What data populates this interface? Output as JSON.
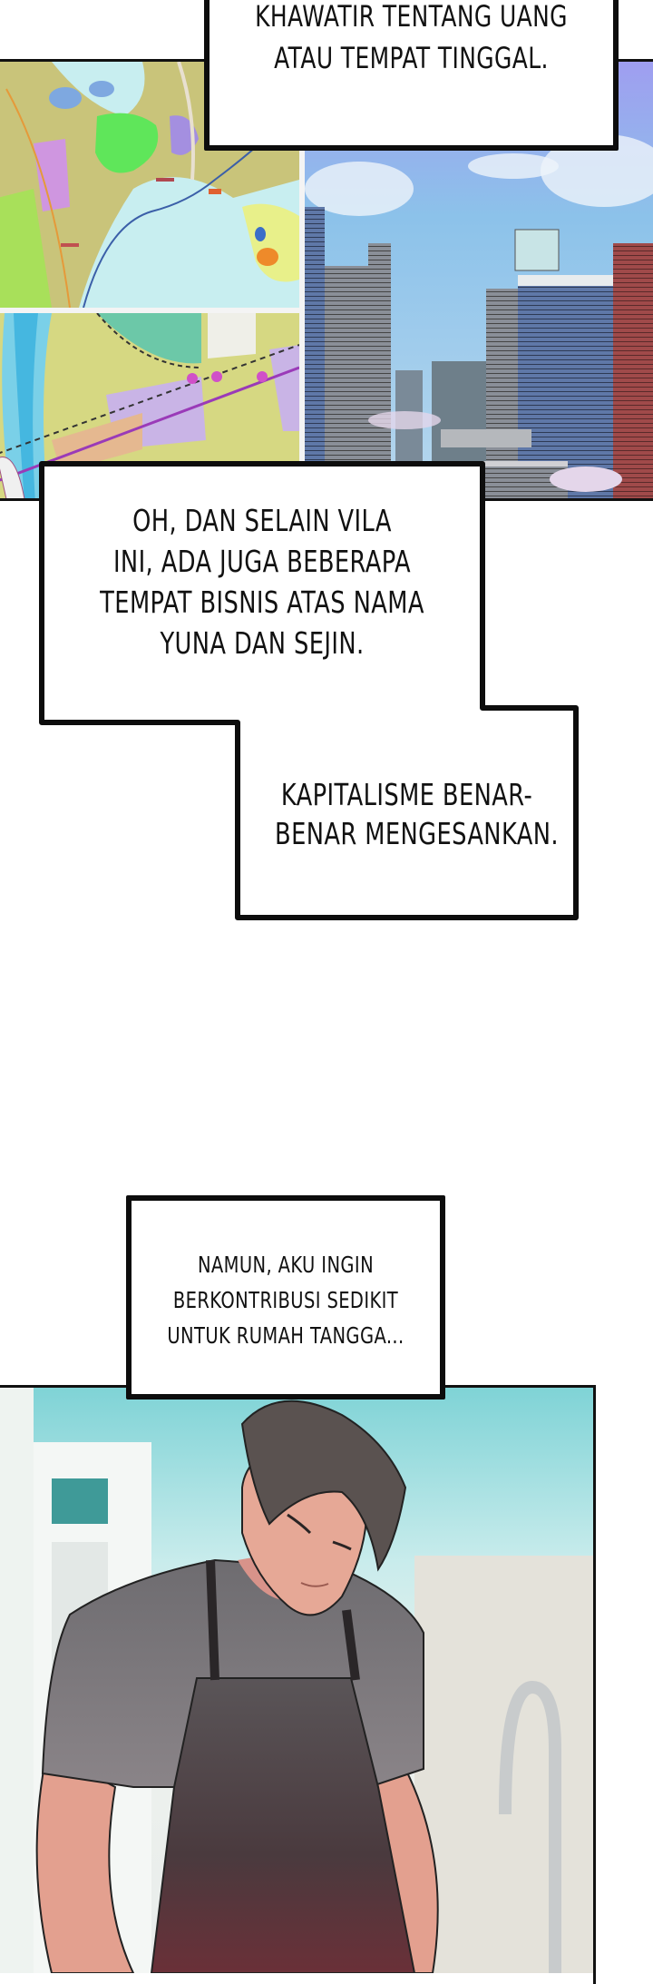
{
  "page": {
    "type": "webtoon-comic-strip",
    "language": "Indonesian",
    "background": "#ffffff"
  },
  "captions": {
    "top": {
      "lines": [
        "KHAWATIR TENTANG UANG",
        "ATAU TEMPAT TINGGAL."
      ]
    },
    "middle_upper": {
      "lines": [
        "OH, DAN SELAIN VILA",
        "INI, ADA JUGA BEBERAPA",
        "TEMPAT BISNIS ATAS NAMA",
        "YUNA DAN SEJIN."
      ]
    },
    "middle_lower": {
      "lines": [
        "KAPITALISME BENAR-",
        "BENAR MENGESANKAN."
      ]
    },
    "bottom": {
      "lines": [
        "NAMUN, AKU INGIN",
        "BERKONTRIBUSI SEDIKIT",
        "UNTUK RUMAH TANGGA..."
      ]
    }
  },
  "panels": {
    "maps": {
      "description": "Two colorful land-use zoning maps stacked vertically"
    },
    "city": {
      "description": "City skyline of high-rise office buildings under blue sky with cherry blossoms"
    },
    "kitchen": {
      "description": "Man with dark brown hair in grey t-shirt and dark apron looking down in a bright teal-toned kitchen"
    }
  },
  "colors": {
    "caption_border": "#0d0d0d",
    "caption_text": "#111111",
    "sky": "#8ec3ea",
    "kitchen_teal": "#7fd3d6",
    "apron": "#4a3a3e",
    "shirt": "#7b7a7e",
    "skin": "#e3a08f",
    "hair": "#5a5250"
  }
}
